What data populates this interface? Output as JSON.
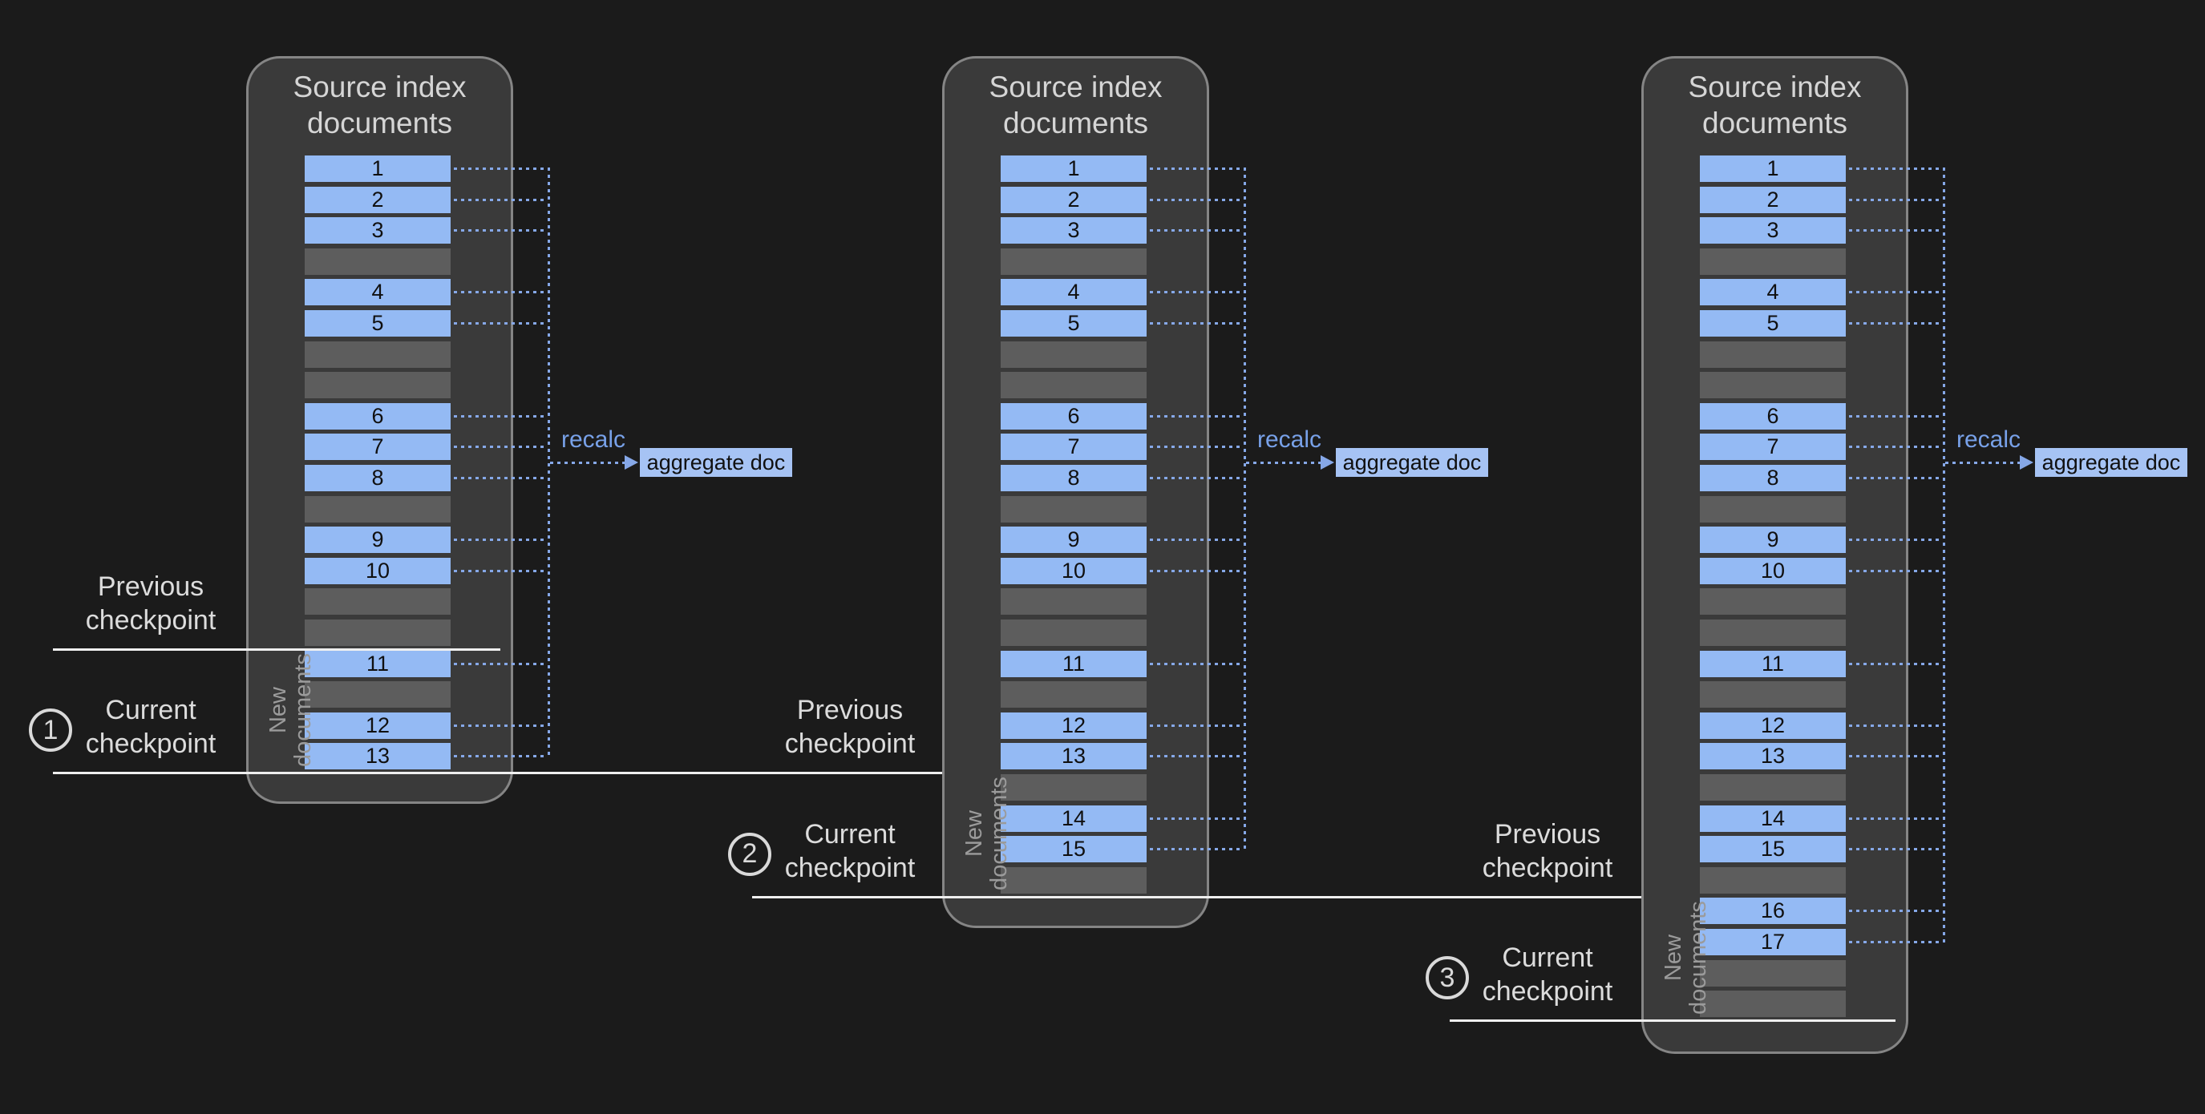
{
  "diagram": {
    "background_color": "#1b1b1b",
    "colors": {
      "panel_fill": "#3a3a3a",
      "panel_border": "#858585",
      "document_fill": "#94baf4",
      "placeholder_fill": "#5d5d5d",
      "connector_blue": "#86a8e8",
      "recalc_text_blue": "#78a1e8",
      "aggregate_fill": "#a6c3f4",
      "checkpoint_line_white": "#efefef",
      "label_text": "#dcdcdc",
      "new_documents_text": "#9b9b9b"
    },
    "panels": [
      {
        "title_lines": [
          "Source index",
          "documents"
        ],
        "slots": [
          "1",
          "2",
          "3",
          "",
          "4",
          "5",
          "",
          "",
          "6",
          "7",
          "8",
          "",
          "9",
          "10",
          "",
          "",
          "11",
          "",
          "12",
          "13"
        ],
        "recalc_label": "recalc",
        "aggregate_label": "aggregate doc",
        "new_documents_lines": [
          "New",
          "documents"
        ],
        "previous_checkpoint": {
          "label_lines": [
            "Previous",
            "checkpoint"
          ],
          "after_slot": 15
        },
        "current_checkpoint": {
          "number": "1",
          "label_lines": [
            "Current",
            "checkpoint"
          ],
          "after_slot": 19
        },
        "new_documents_span": {
          "from_slot": 16,
          "to_slot": 19
        }
      },
      {
        "title_lines": [
          "Source index",
          "documents"
        ],
        "slots": [
          "1",
          "2",
          "3",
          "",
          "4",
          "5",
          "",
          "",
          "6",
          "7",
          "8",
          "",
          "9",
          "10",
          "",
          "",
          "11",
          "",
          "12",
          "13",
          "",
          "14",
          "15",
          ""
        ],
        "recalc_label": "recalc",
        "aggregate_label": "aggregate doc",
        "new_documents_lines": [
          "New",
          "documents"
        ],
        "previous_checkpoint": {
          "label_lines": [
            "Previous",
            "checkpoint"
          ],
          "after_slot": 19
        },
        "current_checkpoint": {
          "number": "2",
          "label_lines": [
            "Current",
            "checkpoint"
          ],
          "after_slot": 23
        },
        "new_documents_span": {
          "from_slot": 20,
          "to_slot": 23
        }
      },
      {
        "title_lines": [
          "Source index",
          "documents"
        ],
        "slots": [
          "1",
          "2",
          "3",
          "",
          "4",
          "5",
          "",
          "",
          "6",
          "7",
          "8",
          "",
          "9",
          "10",
          "",
          "",
          "11",
          "",
          "12",
          "13",
          "",
          "14",
          "15",
          "",
          "16",
          "17",
          "",
          ""
        ],
        "recalc_label": "recalc",
        "aggregate_label": "aggregate doc",
        "new_documents_lines": [
          "New",
          "documents"
        ],
        "previous_checkpoint": {
          "label_lines": [
            "Previous",
            "checkpoint"
          ],
          "after_slot": 23
        },
        "current_checkpoint": {
          "number": "3",
          "label_lines": [
            "Current",
            "checkpoint"
          ],
          "after_slot": 27
        },
        "new_documents_span": {
          "from_slot": 24,
          "to_slot": 27
        }
      }
    ]
  }
}
